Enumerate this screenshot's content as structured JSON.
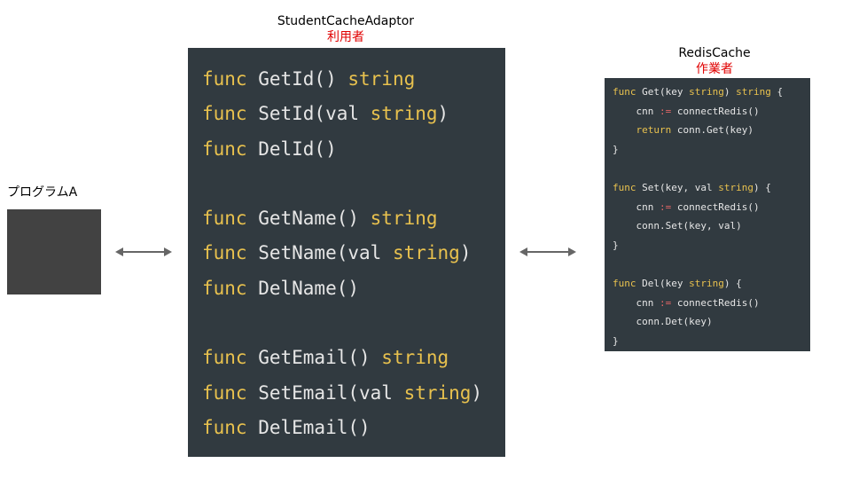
{
  "program": {
    "label": "プログラムA"
  },
  "adaptor": {
    "title": "StudentCacheAdaptor",
    "role": "利用者",
    "lines": [
      [
        [
          "kw",
          "func"
        ],
        [
          "tx",
          " GetId() "
        ],
        [
          "kw",
          "string"
        ]
      ],
      [
        [
          "kw",
          "func"
        ],
        [
          "tx",
          " SetId(val "
        ],
        [
          "kw",
          "string"
        ],
        [
          "tx",
          ")"
        ]
      ],
      [
        [
          "kw",
          "func"
        ],
        [
          "tx",
          " DelId()"
        ]
      ],
      [],
      [
        [
          "kw",
          "func"
        ],
        [
          "tx",
          " GetName() "
        ],
        [
          "kw",
          "string"
        ]
      ],
      [
        [
          "kw",
          "func"
        ],
        [
          "tx",
          " SetName(val "
        ],
        [
          "kw",
          "string"
        ],
        [
          "tx",
          ")"
        ]
      ],
      [
        [
          "kw",
          "func"
        ],
        [
          "tx",
          " DelName()"
        ]
      ],
      [],
      [
        [
          "kw",
          "func"
        ],
        [
          "tx",
          " GetEmail() "
        ],
        [
          "kw",
          "string"
        ]
      ],
      [
        [
          "kw",
          "func"
        ],
        [
          "tx",
          " SetEmail(val "
        ],
        [
          "kw",
          "string"
        ],
        [
          "tx",
          ")"
        ]
      ],
      [
        [
          "kw",
          "func"
        ],
        [
          "tx",
          " DelEmail()"
        ]
      ]
    ]
  },
  "redis": {
    "title": "RedisCache",
    "role": "作業者",
    "lines": [
      [
        [
          "kw",
          "func"
        ],
        [
          "tx",
          " Get(key "
        ],
        [
          "kw",
          "string"
        ],
        [
          "tx",
          ") "
        ],
        [
          "kw",
          "string"
        ],
        [
          "tx",
          " {"
        ]
      ],
      [
        [
          "tx",
          "    cnn "
        ],
        [
          "op",
          ":="
        ],
        [
          "tx",
          " connectRedis()"
        ]
      ],
      [
        [
          "tx",
          "    "
        ],
        [
          "kw",
          "return"
        ],
        [
          "tx",
          " conn.Get(key)"
        ]
      ],
      [
        [
          "tx",
          "}"
        ]
      ],
      [],
      [
        [
          "kw",
          "func"
        ],
        [
          "tx",
          " Set(key, val "
        ],
        [
          "kw",
          "string"
        ],
        [
          "tx",
          ") {"
        ]
      ],
      [
        [
          "tx",
          "    cnn "
        ],
        [
          "op",
          ":="
        ],
        [
          "tx",
          " connectRedis()"
        ]
      ],
      [
        [
          "tx",
          "    conn.Set(key, val)"
        ]
      ],
      [
        [
          "tx",
          "}"
        ]
      ],
      [],
      [
        [
          "kw",
          "func"
        ],
        [
          "tx",
          " Del(key "
        ],
        [
          "kw",
          "string"
        ],
        [
          "tx",
          ") {"
        ]
      ],
      [
        [
          "tx",
          "    cnn "
        ],
        [
          "op",
          ":="
        ],
        [
          "tx",
          " connectRedis()"
        ]
      ],
      [
        [
          "tx",
          "    conn.Det(key)"
        ]
      ],
      [
        [
          "tx",
          "}"
        ]
      ]
    ]
  },
  "colors": {
    "panel_bg": "#313a40",
    "keyword": "#e8c14e",
    "operator": "#e06666",
    "role_label": "#e00000",
    "program_box": "#424242",
    "arrow": "#666666"
  }
}
